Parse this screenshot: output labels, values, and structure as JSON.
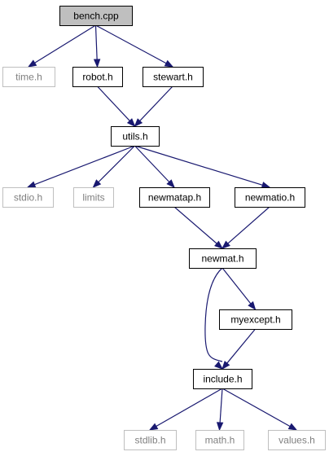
{
  "colors": {
    "edge": "#191970",
    "root_fill": "#bfbfbf",
    "normal_fill": "#ffffff",
    "normal_stroke": "#000000",
    "external_stroke": "#bfbfbf",
    "external_text": "#7f7f7f",
    "normal_text": "#000000"
  },
  "nodes": [
    {
      "id": "bench",
      "label": "bench.cpp",
      "kind": "root"
    },
    {
      "id": "time",
      "label": "time.h",
      "kind": "external"
    },
    {
      "id": "robot",
      "label": "robot.h",
      "kind": "normal"
    },
    {
      "id": "stewart",
      "label": "stewart.h",
      "kind": "normal"
    },
    {
      "id": "utils",
      "label": "utils.h",
      "kind": "normal"
    },
    {
      "id": "stdio",
      "label": "stdio.h",
      "kind": "external"
    },
    {
      "id": "limits",
      "label": "limits",
      "kind": "external"
    },
    {
      "id": "newmatap",
      "label": "newmatap.h",
      "kind": "normal"
    },
    {
      "id": "newmatio",
      "label": "newmatio.h",
      "kind": "normal"
    },
    {
      "id": "newmat",
      "label": "newmat.h",
      "kind": "normal"
    },
    {
      "id": "myexcept",
      "label": "myexcept.h",
      "kind": "normal"
    },
    {
      "id": "include",
      "label": "include.h",
      "kind": "normal"
    },
    {
      "id": "stdlib",
      "label": "stdlib.h",
      "kind": "external"
    },
    {
      "id": "math",
      "label": "math.h",
      "kind": "external"
    },
    {
      "id": "values",
      "label": "values.h",
      "kind": "external"
    }
  ],
  "edges": [
    {
      "from": "bench",
      "to": "time"
    },
    {
      "from": "bench",
      "to": "robot"
    },
    {
      "from": "bench",
      "to": "stewart"
    },
    {
      "from": "robot",
      "to": "utils"
    },
    {
      "from": "stewart",
      "to": "utils"
    },
    {
      "from": "utils",
      "to": "stdio"
    },
    {
      "from": "utils",
      "to": "limits"
    },
    {
      "from": "utils",
      "to": "newmatap"
    },
    {
      "from": "utils",
      "to": "newmatio"
    },
    {
      "from": "newmatap",
      "to": "newmat"
    },
    {
      "from": "newmatio",
      "to": "newmat"
    },
    {
      "from": "newmat",
      "to": "myexcept"
    },
    {
      "from": "newmat",
      "to": "include"
    },
    {
      "from": "myexcept",
      "to": "include"
    },
    {
      "from": "include",
      "to": "stdlib"
    },
    {
      "from": "include",
      "to": "math"
    },
    {
      "from": "include",
      "to": "values"
    }
  ]
}
